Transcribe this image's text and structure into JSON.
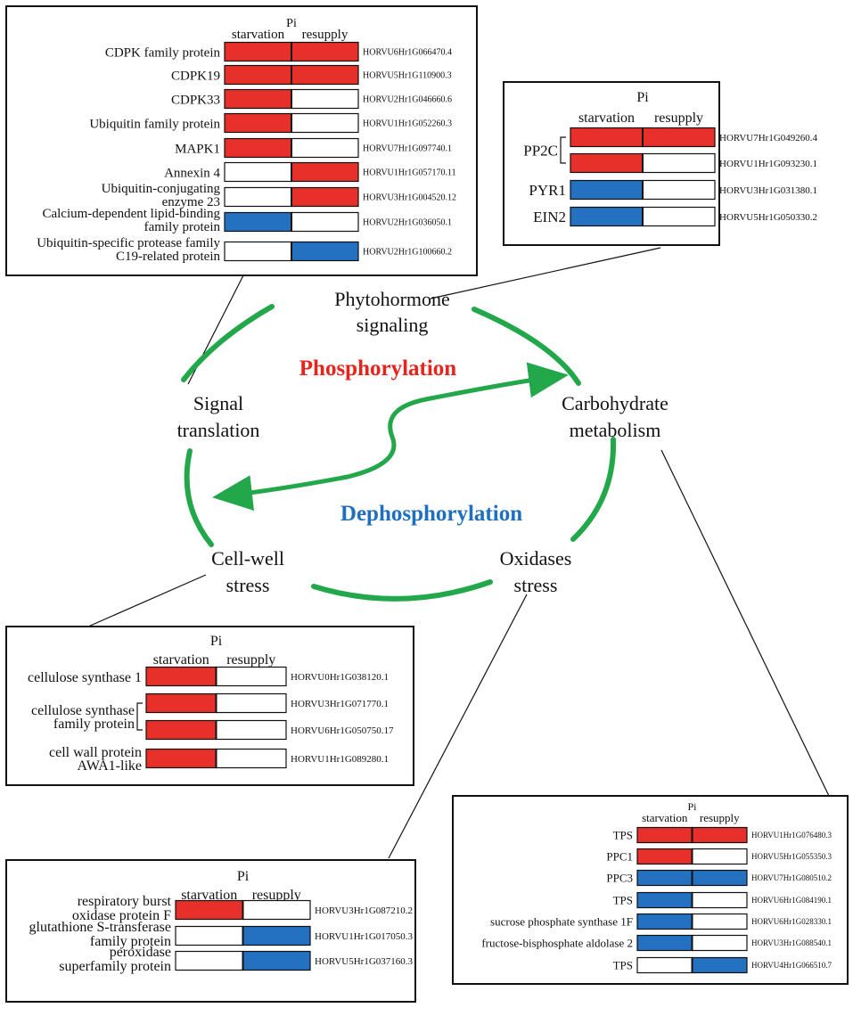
{
  "colors": {
    "up": "#e8302a",
    "down": "#2371c0",
    "none": "#ffffff",
    "arrow": "#22a84a",
    "phospho": "#e8231b",
    "dephospho": "#1f6fbf"
  },
  "center": {
    "phosphorylation": "Phosphorylation",
    "dephosphorylation": "Dephosphorylation",
    "nodes": {
      "phytohormone": [
        "Phytohormone",
        "signaling"
      ],
      "signal": [
        "Signal",
        "translation"
      ],
      "carbohydrate": [
        "Carbohydrate",
        "metabolism"
      ],
      "cellwall": [
        "Cell-well",
        "stress"
      ],
      "oxidases": [
        "Oxidases",
        "stress"
      ]
    }
  },
  "panels": {
    "signal": {
      "pi": "Pi",
      "starvation": "starvation",
      "resupply": "resupply",
      "rows": [
        {
          "label": [
            "CDPK family protein"
          ],
          "starvation": "up",
          "resupply": "up",
          "gene": "HORVU6Hr1G066470.4"
        },
        {
          "label": [
            "CDPK19"
          ],
          "starvation": "up",
          "resupply": "up",
          "gene": "HORVU5Hr1G110900.3"
        },
        {
          "label": [
            "CDPK33"
          ],
          "starvation": "up",
          "resupply": "none",
          "gene": "HORVU2Hr1G046660.6"
        },
        {
          "label": [
            "Ubiquitin family protein"
          ],
          "starvation": "up",
          "resupply": "none",
          "gene": "HORVU1Hr1G052260.3"
        },
        {
          "label": [
            "MAPK1"
          ],
          "starvation": "up",
          "resupply": "none",
          "gene": "HORVU7Hr1G097740.1"
        },
        {
          "label": [
            "Annexin 4"
          ],
          "starvation": "none",
          "resupply": "up",
          "gene": "HORVU1Hr1G057170.11"
        },
        {
          "label": [
            "Ubiquitin-conjugating",
            "enzyme 23"
          ],
          "starvation": "none",
          "resupply": "up",
          "gene": "HORVU3Hr1G004520.12"
        },
        {
          "label": [
            "Calcium-dependent lipid-binding",
            "family protein"
          ],
          "starvation": "down",
          "resupply": "none",
          "gene": "HORVU2Hr1G036050.1"
        },
        {
          "label": [
            "Ubiquitin-specific protease family",
            "C19-related protein"
          ],
          "starvation": "none",
          "resupply": "down",
          "gene": "HORVU2Hr1G100660.2"
        }
      ]
    },
    "phyto": {
      "pi": "Pi",
      "starvation": "starvation",
      "resupply": "resupply",
      "rows": [
        {
          "label": [
            "PP2C"
          ],
          "starvation": "up",
          "resupply": "up",
          "gene": "HORVU7Hr1G049260.4"
        },
        {
          "label": [],
          "starvation": "up",
          "resupply": "none",
          "gene": "HORVU1Hr1G093230.1"
        },
        {
          "label": [
            "PYR1"
          ],
          "starvation": "down",
          "resupply": "none",
          "gene": "HORVU3Hr1G031380.1"
        },
        {
          "label": [
            "EIN2"
          ],
          "starvation": "down",
          "resupply": "none",
          "gene": "HORVU5Hr1G050330.2"
        }
      ]
    },
    "cellwall": {
      "pi": "Pi",
      "starvation": "starvation",
      "resupply": "resupply",
      "rows": [
        {
          "label": [
            "cellulose synthase 1"
          ],
          "starvation": "up",
          "resupply": "none",
          "gene": "HORVU0Hr1G038120.1"
        },
        {
          "label": [
            "cellulose synthase",
            "family protein"
          ],
          "starvation": "up",
          "resupply": "none",
          "gene": "HORVU3Hr1G071770.1"
        },
        {
          "label": [],
          "starvation": "up",
          "resupply": "none",
          "gene": "HORVU6Hr1G050750.17"
        },
        {
          "label": [
            "cell wall protein",
            "AWA1-like"
          ],
          "starvation": "up",
          "resupply": "none",
          "gene": "HORVU1Hr1G089280.1"
        }
      ]
    },
    "oxidase": {
      "pi": "Pi",
      "starvation": "starvation",
      "resupply": "resupply",
      "rows": [
        {
          "label": [
            "respiratory burst",
            "oxidase protein F"
          ],
          "starvation": "up",
          "resupply": "none",
          "gene": "HORVU3Hr1G087210.2"
        },
        {
          "label": [
            "glutathione S-transferase",
            "family protein"
          ],
          "starvation": "none",
          "resupply": "down",
          "gene": "HORVU1Hr1G017050.3"
        },
        {
          "label": [
            "peroxidase",
            "superfamily protein"
          ],
          "starvation": "none",
          "resupply": "down",
          "gene": "HORVU5Hr1G037160.3"
        }
      ]
    },
    "carb": {
      "pi": "Pi",
      "starvation": "starvation",
      "resupply": "resupply",
      "rows": [
        {
          "label": [
            "TPS"
          ],
          "starvation": "up",
          "resupply": "up",
          "gene": "HORVU1Hr1G076480.3"
        },
        {
          "label": [
            "PPC1"
          ],
          "starvation": "up",
          "resupply": "none",
          "gene": "HORVU5Hr1G055350.3"
        },
        {
          "label": [
            "PPC3"
          ],
          "starvation": "down",
          "resupply": "down",
          "gene": "HORVU7Hr1G080510.2"
        },
        {
          "label": [
            "TPS"
          ],
          "starvation": "down",
          "resupply": "none",
          "gene": "HORVU6Hr1G084190.1"
        },
        {
          "label": [
            "sucrose phosphate synthase 1F"
          ],
          "starvation": "down",
          "resupply": "none",
          "gene": "HORVU6Hr1G028330.1"
        },
        {
          "label": [
            "fructose-bisphosphate aldolase 2"
          ],
          "starvation": "down",
          "resupply": "none",
          "gene": "HORVU3Hr1G088540.1"
        },
        {
          "label": [
            "TPS"
          ],
          "starvation": "none",
          "resupply": "down",
          "gene": "HORVU4Hr1G066510.7"
        }
      ]
    }
  }
}
